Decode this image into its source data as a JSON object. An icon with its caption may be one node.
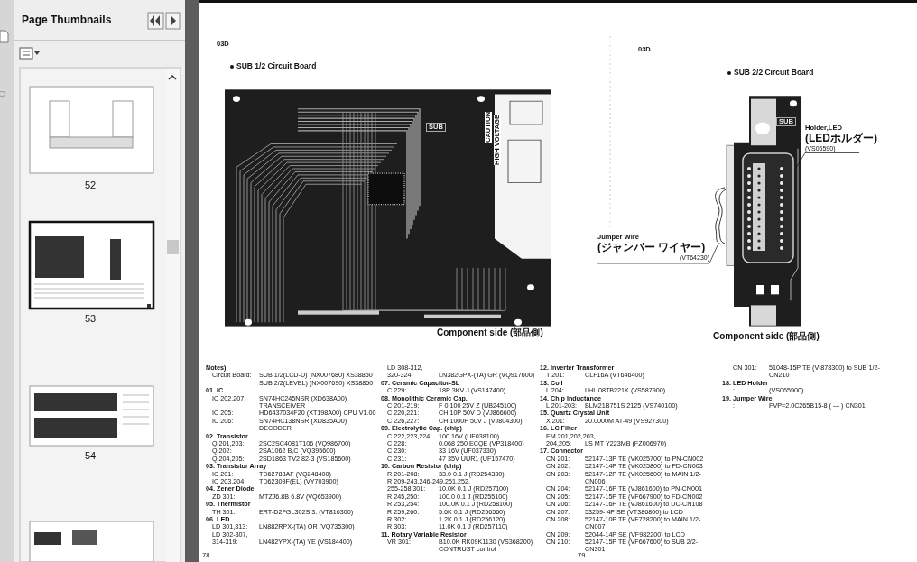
{
  "diagram": {
    "nodes": [
      {
        "text": [
          "Holder,LED",
          "(LEDホルダー)",
          "(VS06590)"
        ]
      },
      {
        "text": [],
        "shape": "picture"
      },
      {
        "text": [
          "Jumper Wire",
          "(ジャンパー ワイヤー)",
          "(VT64230)"
        ]
      },
      {
        "text": [],
        "shape": "picture"
      }
    ],
    "edges": [
      {
        "from": 0,
        "to": 3,
        "arrow": "none"
      },
      {
        "from": 2,
        "to": 1,
        "arrow": "none"
      }
    ],
    "labels": [
      "Page Thumbnails",
      "52",
      "53",
      "54",
      "03D",
      "SUB 1/2 Circuit Board",
      "03D",
      "SUB 2/2 Circuit Board",
      "SUB",
      "CAUTION",
      "HIGH VOLTAGE",
      "SUB",
      "Component side (部品側)",
      "Component side (部品側)",
      "Notes)",
      "Circuit Board:",
      "SUB 1/2(LCD-D) (NX007680) XS38850",
      "SUB 2/2(LEVEL) (NX007690) XS38850",
      "01. IC",
      "IC 202,207:",
      "SN74HC245NSR (XD638A00) TRANSCEIVER",
      "IC 205:",
      "HD6437034F20 (XT198A00) CPU V1.00",
      "IC 206:",
      "SN74HC138NSR (XD835A00) DECODER",
      "02. Transistor",
      "Q 201,203:",
      "2SC2SC4081T106 (VQ986700)",
      "Q 202:",
      "2SA1062 B,C (VQ395600)",
      "Q 204,205:",
      "2SD1863 TV2 82-3 (VS185600)",
      "03. Transistor Array",
      "IC 201:",
      "TD62783AF (VQ248400)",
      "IC 203,204:",
      "TD62309F(EL) (VY703900)",
      "04. Zener Diode",
      "ZD 301:",
      "MTZJ6.8B 6.8V (VQ653900)",
      "05. Thermistor",
      "TH 301:",
      "ERT-D2FGL302S 3. (VT816300)",
      "06. LED",
      "LD 301,313:",
      "LN882RPX-(TA) OR (VQ735300)",
      "LD 302-307, 314-319:",
      "LN482YPX-(TA) YE (VS184400)",
      "LD 308-312, 320-324:",
      "LN382GPX-(TA) GR (VQ917600)",
      "07. Ceramic Capacitor-SL",
      "C 229:",
      "18P 3KV J (VS147400)",
      "08. Monolithic Ceramic Cap.",
      "C 201-219:",
      "F 0.100 25V Z (UB245100)",
      "C 220,221:",
      "CH 10P 50V D (VJ866600)",
      "C 226,227:",
      "CH 1000P 50V J (VJ804300)",
      "09. Electrolytic Cap. (chip)",
      "C 222,223,224:",
      "100 16V (UF038100)",
      "C 228:",
      "0.068 250 ECQE (VP318400)",
      "C 230:",
      "33 16V (UF037330)",
      "C 231:",
      "47 35V UUR1 (UF157470)",
      "10. Carbon Resistor (chip)",
      "R 201-208:",
      "33.0 0.1 J (RD254330)",
      "R 209-243,246-249,251,252, 255-258,301:",
      "10.0K 0.1 J (RD257100)",
      "R 245,250:",
      "100.0 0.1 J (RD255100)",
      "R 253,254:",
      "100.0K 0.1 J (RD258100)",
      "R 259,260:",
      "5.6K 0.1 J (RD256560)",
      "R 302:",
      "1.2K 0.1 J (RD256120)",
      "R 303:",
      "11.0K 0.1 J (RD257110)",
      "11. Rotary Variable Resistor",
      "VR 301:",
      "B10.0K RK09K1130 (VS368200) CONTRUST control",
      "12. Inverter Transformer",
      "T 201:",
      "CLF16A (VT646400)",
      "13. Coil",
      "L 204:",
      "LHL 08TB221K (VS587900)",
      "14. Chip Inductance",
      "L 201-203:",
      "BLM21B751S 2125 (VS740100)",
      "15. Quartz Crystal Unit",
      "X 201:",
      "20.0000M AT-49 (VS927300)",
      "16. LC Filter",
      "EM 201,202,203, 204,205:",
      "LS MT Y223MB (FZ006970)",
      "17. Connector",
      "CN 201:",
      "52147-13P TE (VK025700) to PN-CN002",
      "CN 202:",
      "52147-14P TE (VK025800) to FD-CN003",
      "CN 203:",
      "52147-12P TE (VK025600) to MAIN 1/2-CN006",
      "CN 204:",
      "52147-16P TE (VJ861600) to PN-CN001",
      "CN 205:",
      "52147-15P TE (VF667900) to FD-CN002",
      "CN 206:",
      "52147-16P TE (VJ861600) to DC-CN108",
      "CN 207:",
      "53259- 4P SE (VT386800) to LCD",
      "CN 208:",
      "52147-10P TE (VF728200) to MAIN 1/2-CN007",
      "CN 209:",
      "52044-14P SE (VF982200) to LCD",
      "CN 210:",
      "52147-15P TE (VF667600) to SUB 2/2-CN301",
      "CN 301:",
      "51048-15P TE (VI878300) to SUB 1/2-CN210",
      "18. LED Holder",
      ":",
      "(VS065900)",
      "19. Jumper Wire",
      ":",
      "FVP=2.0C265B15-8 ( — ) CN301",
      "78",
      "79"
    ]
  }
}
